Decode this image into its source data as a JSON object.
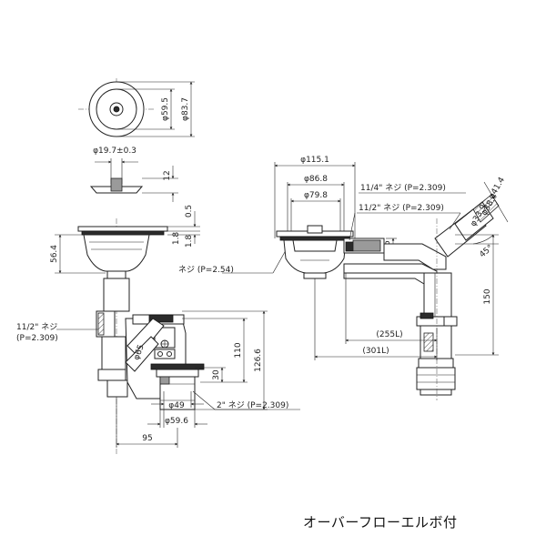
{
  "labels": {
    "top_dia_inner": "φ59.5",
    "top_dia_outer": "φ83.7",
    "washer_dia": "φ19.7±0.3",
    "washer_h": "12",
    "gap_05": "0.5",
    "gap_18a": "1.8",
    "gap_18b": "1.8",
    "left_h": "56.4",
    "left_thread": "11/2\" ネジ",
    "left_thread_p": "(P=2.309)",
    "neji_254": "ネジ (P=2.54)",
    "h_110": "110",
    "h_1266": "126.6",
    "h_30": "30",
    "dia_49": "φ49",
    "dia_596": "φ59.6",
    "thread_2": "2\" ネジ (P=2.309)",
    "w_95": "95",
    "side_dia_65": "φ65",
    "dia_1151": "φ115.1",
    "dia_868": "φ86.8",
    "dia_798": "φ79.8",
    "thread_114": "11/4\" ネジ (P=2.309)",
    "thread_112": "11/2\" ネジ (P=2.309)",
    "dim_36": "36",
    "dia_414": "φ41.4",
    "dia_384": "φ38.4",
    "dia_339": "φ33.9",
    "angle_45": "45°",
    "h_150": "150",
    "l_255": "(255L)",
    "l_301": "(301L)"
  },
  "caption": "オーバーフローエルボ付"
}
